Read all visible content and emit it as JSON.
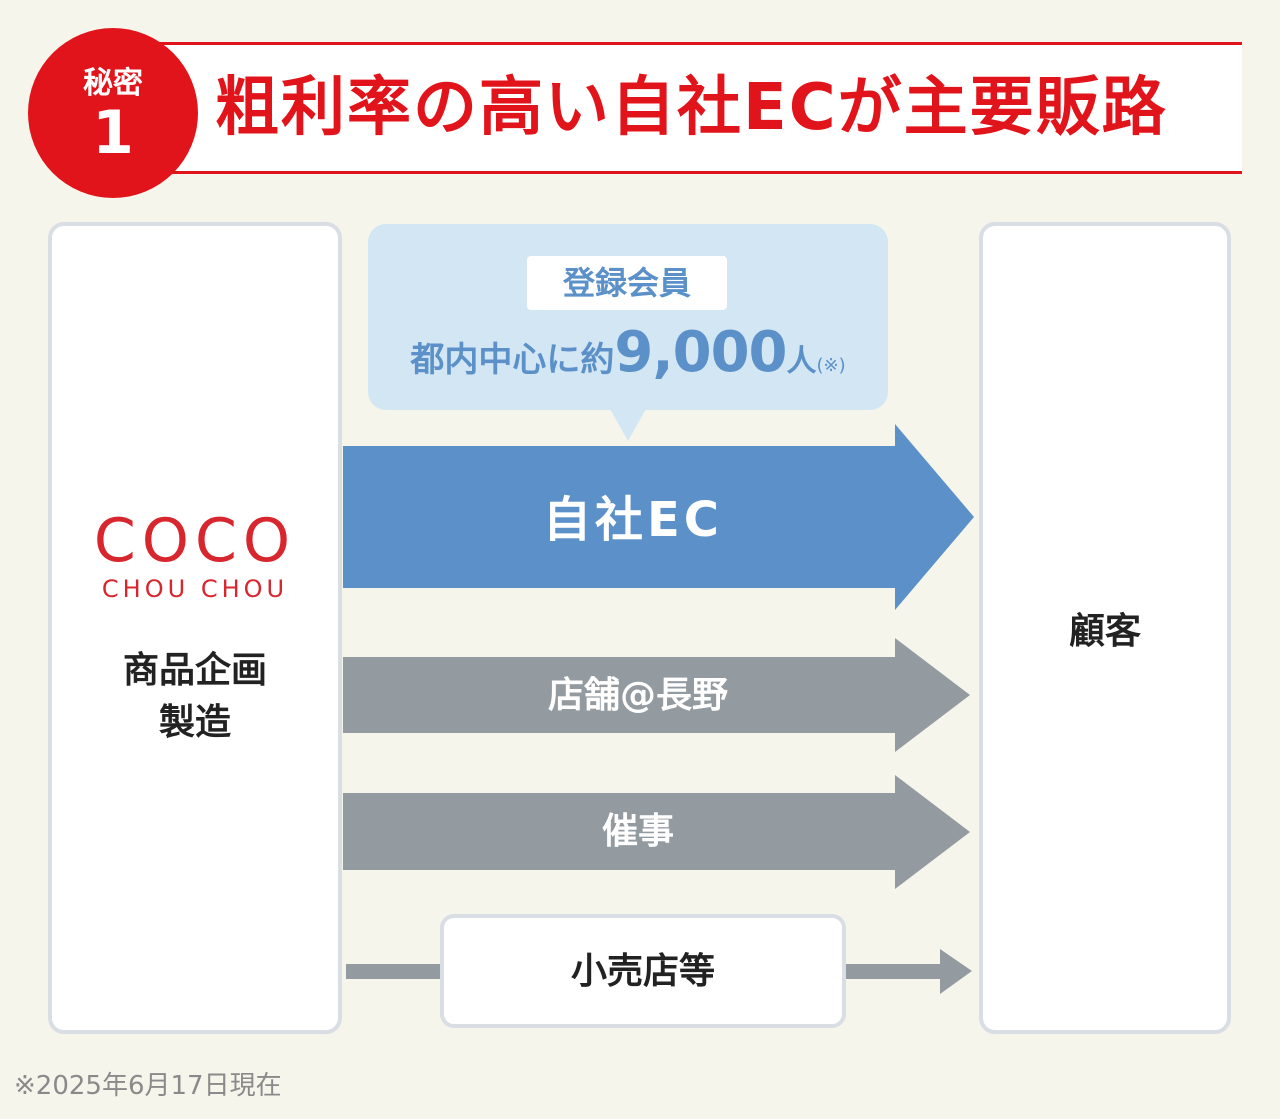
{
  "header": {
    "badge_label": "秘密",
    "badge_number": "1",
    "title": "粗利率の高い自社ECが主要販路"
  },
  "left": {
    "logo_line1": "COCO",
    "logo_line2": "CHOU CHOU",
    "label_line1": "商品企画",
    "label_line2": "製造"
  },
  "right": {
    "label": "顧客"
  },
  "bubble": {
    "tag": "登録会員",
    "prefix": "都内中心に約",
    "number": "9,000",
    "unit": "人",
    "note": "(※)"
  },
  "channels": {
    "ec": "自社EC",
    "store": "店舗@長野",
    "event": "催事",
    "retail": "小売店等"
  },
  "footnote": "※2025年6月17日現在",
  "colors": {
    "accent_red": "#e2141b",
    "ec_blue": "#5b91c8",
    "gray_arrow": "#939aa0",
    "bubble_bg": "#d3e6f3"
  }
}
